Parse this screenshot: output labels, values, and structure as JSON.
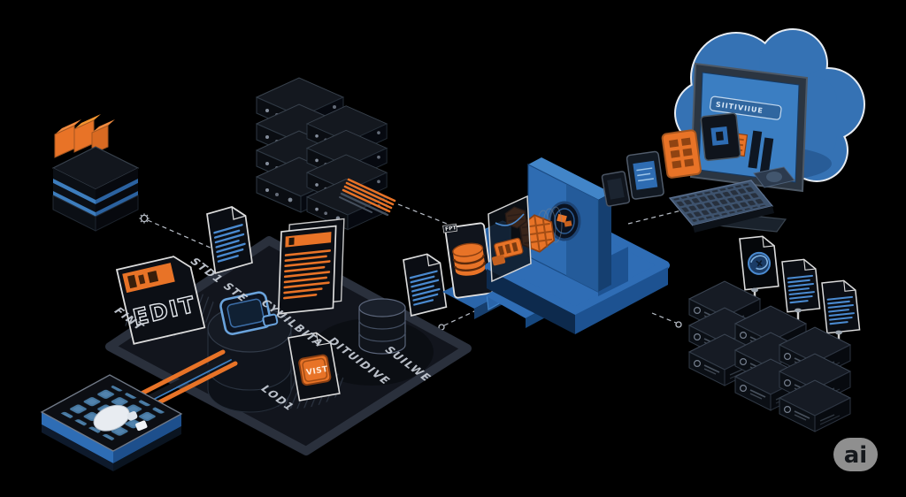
{
  "colors": {
    "background": "#000000",
    "orange": "#e87327",
    "orange_dark": "#a34d15",
    "blue": "#3b7ec2",
    "blue_mid": "#2f6db5",
    "blue_deep": "#1d5291",
    "navy": "#0e2c4f",
    "panel_dark": "#12151d",
    "outline_light": "#dcdcdc",
    "badge_bg": "#8f8f8f",
    "badge_text": "#15181c"
  },
  "labels": {
    "edit": "EDIT",
    "fint": "FINT",
    "std1": "STD1 STE",
    "cyuilbita": "CYUILBITA",
    "lod1": "LOD1",
    "dituidive": "DITUIDIVE",
    "suilwe": "SUILWE",
    "csv": "VIST",
    "card_tag": "FPT",
    "screen_progress": "SIITIVIIUE"
  },
  "badge": {
    "label": "ai"
  },
  "icons": {
    "cloud-icon": "☁",
    "database-icon": "⛃",
    "document-icon": "🗎",
    "down-arrow-icon": "↓",
    "connector-node-icon": "○",
    "gear-node-icon": "⚙"
  }
}
